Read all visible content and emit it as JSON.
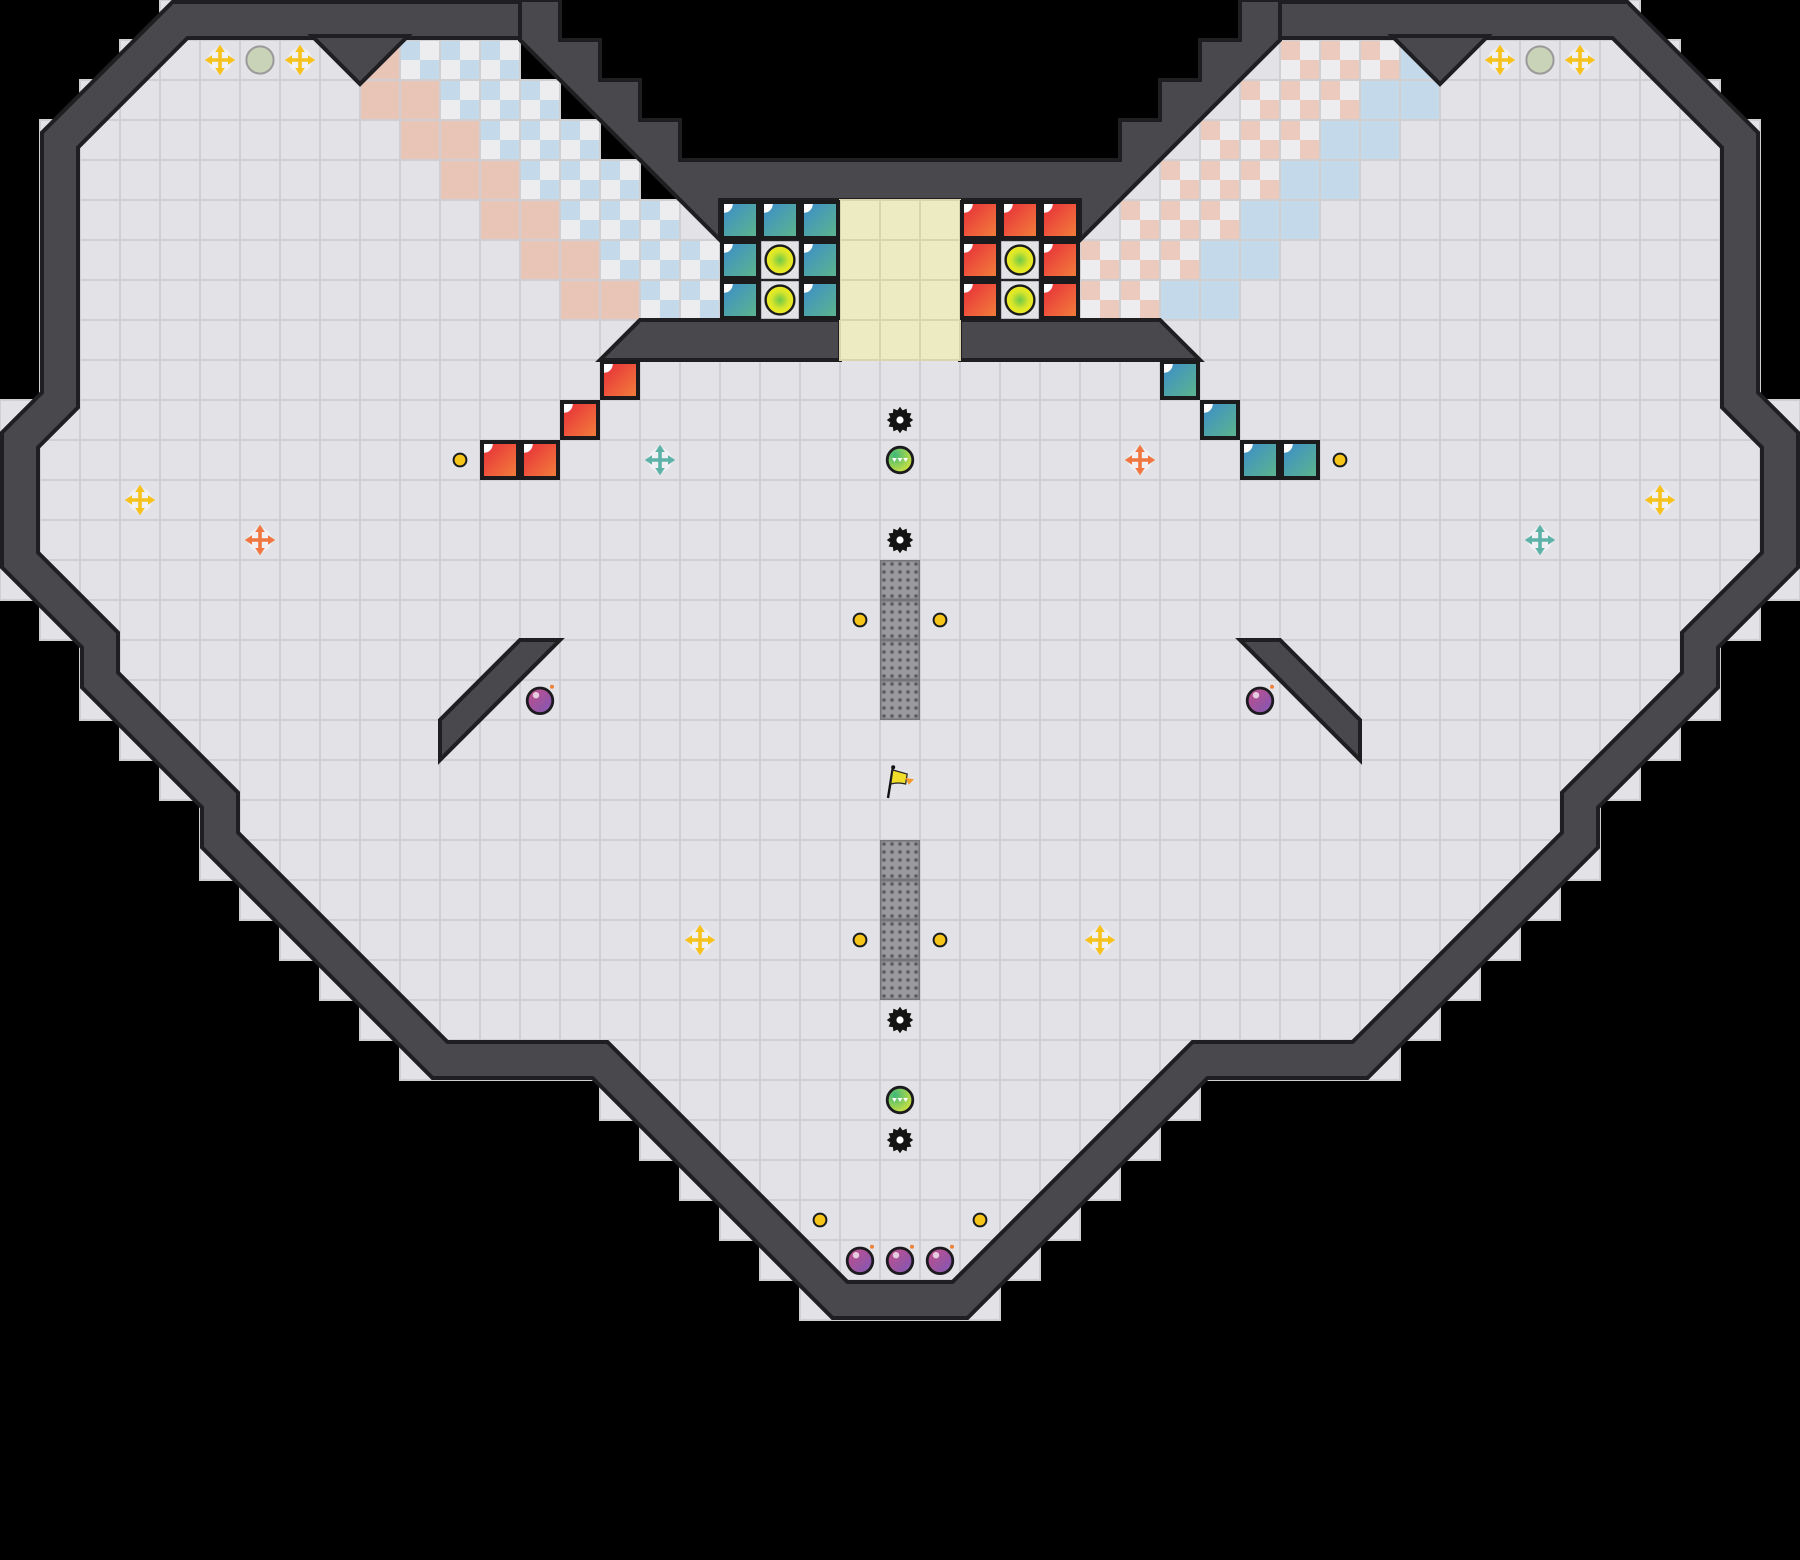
{
  "level": {
    "theme": "heart",
    "icons": [
      "floor-tile",
      "wall",
      "checker-tile",
      "gear-icon",
      "green-ball-icon",
      "goal-flag-icon",
      "coin-icon",
      "bomb-icon",
      "red-block",
      "blue-block",
      "move-cross-icon",
      "gray-circle-icon",
      "grate-tile",
      "yellow-orb-icon"
    ]
  },
  "palette": {
    "background": "#000000",
    "floor": "#e3e3e7",
    "floor_line": "#cfcfd4",
    "wall": "#48484d",
    "wall_edge": "#1f1f22",
    "salmon": "#e8c5b6",
    "light_blue": "#c4d9ea",
    "checker_light": "#ededef",
    "cream": "#ecebc2",
    "red_a": "#e52a3a",
    "red_b": "#f4813a",
    "blue_a": "#3b8ccc",
    "blue_b": "#5db68a",
    "yellow_cross": "#f6c21c",
    "teal_cross": "#5db3a8",
    "orange_cross": "#f07840",
    "coin": "#f5c518",
    "bomb_a": "#c24f86",
    "bomb_b": "#7d58b8",
    "grate": "#8c8c90"
  }
}
